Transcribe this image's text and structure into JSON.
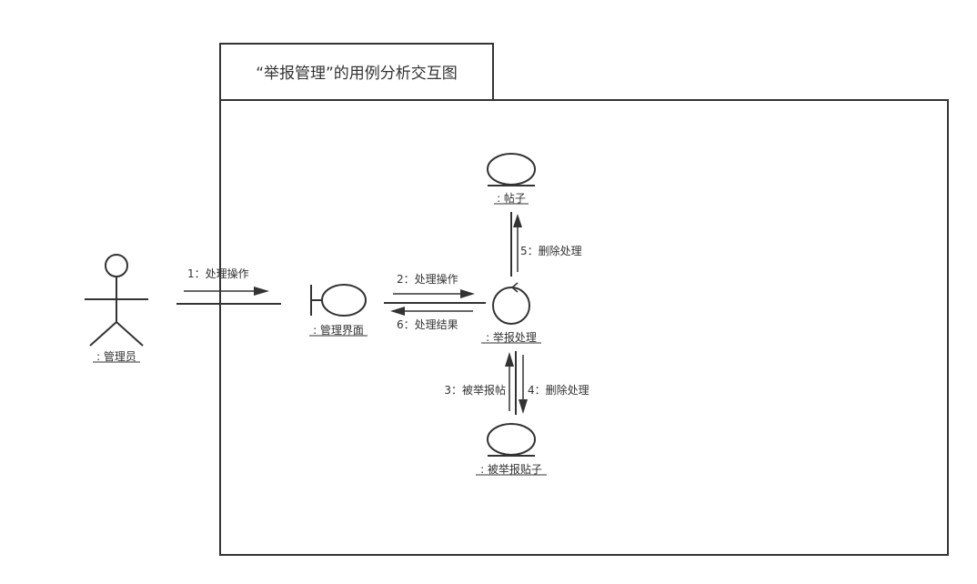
{
  "frame": {
    "title": "“举报管理”的用例分析交互图"
  },
  "objects": {
    "actor": ": 管理员",
    "boundary": ": 管理界面",
    "control": ": 举报处理",
    "entity_top": ": 帖子",
    "entity_bottom": ": 被举报贴子"
  },
  "messages": {
    "m1": "1：处理操作",
    "m2": "2：处理操作",
    "m3": "3：被举报帖",
    "m4": "4：删除处理",
    "m5": "5：删除处理",
    "m6": "6：处理结果"
  }
}
